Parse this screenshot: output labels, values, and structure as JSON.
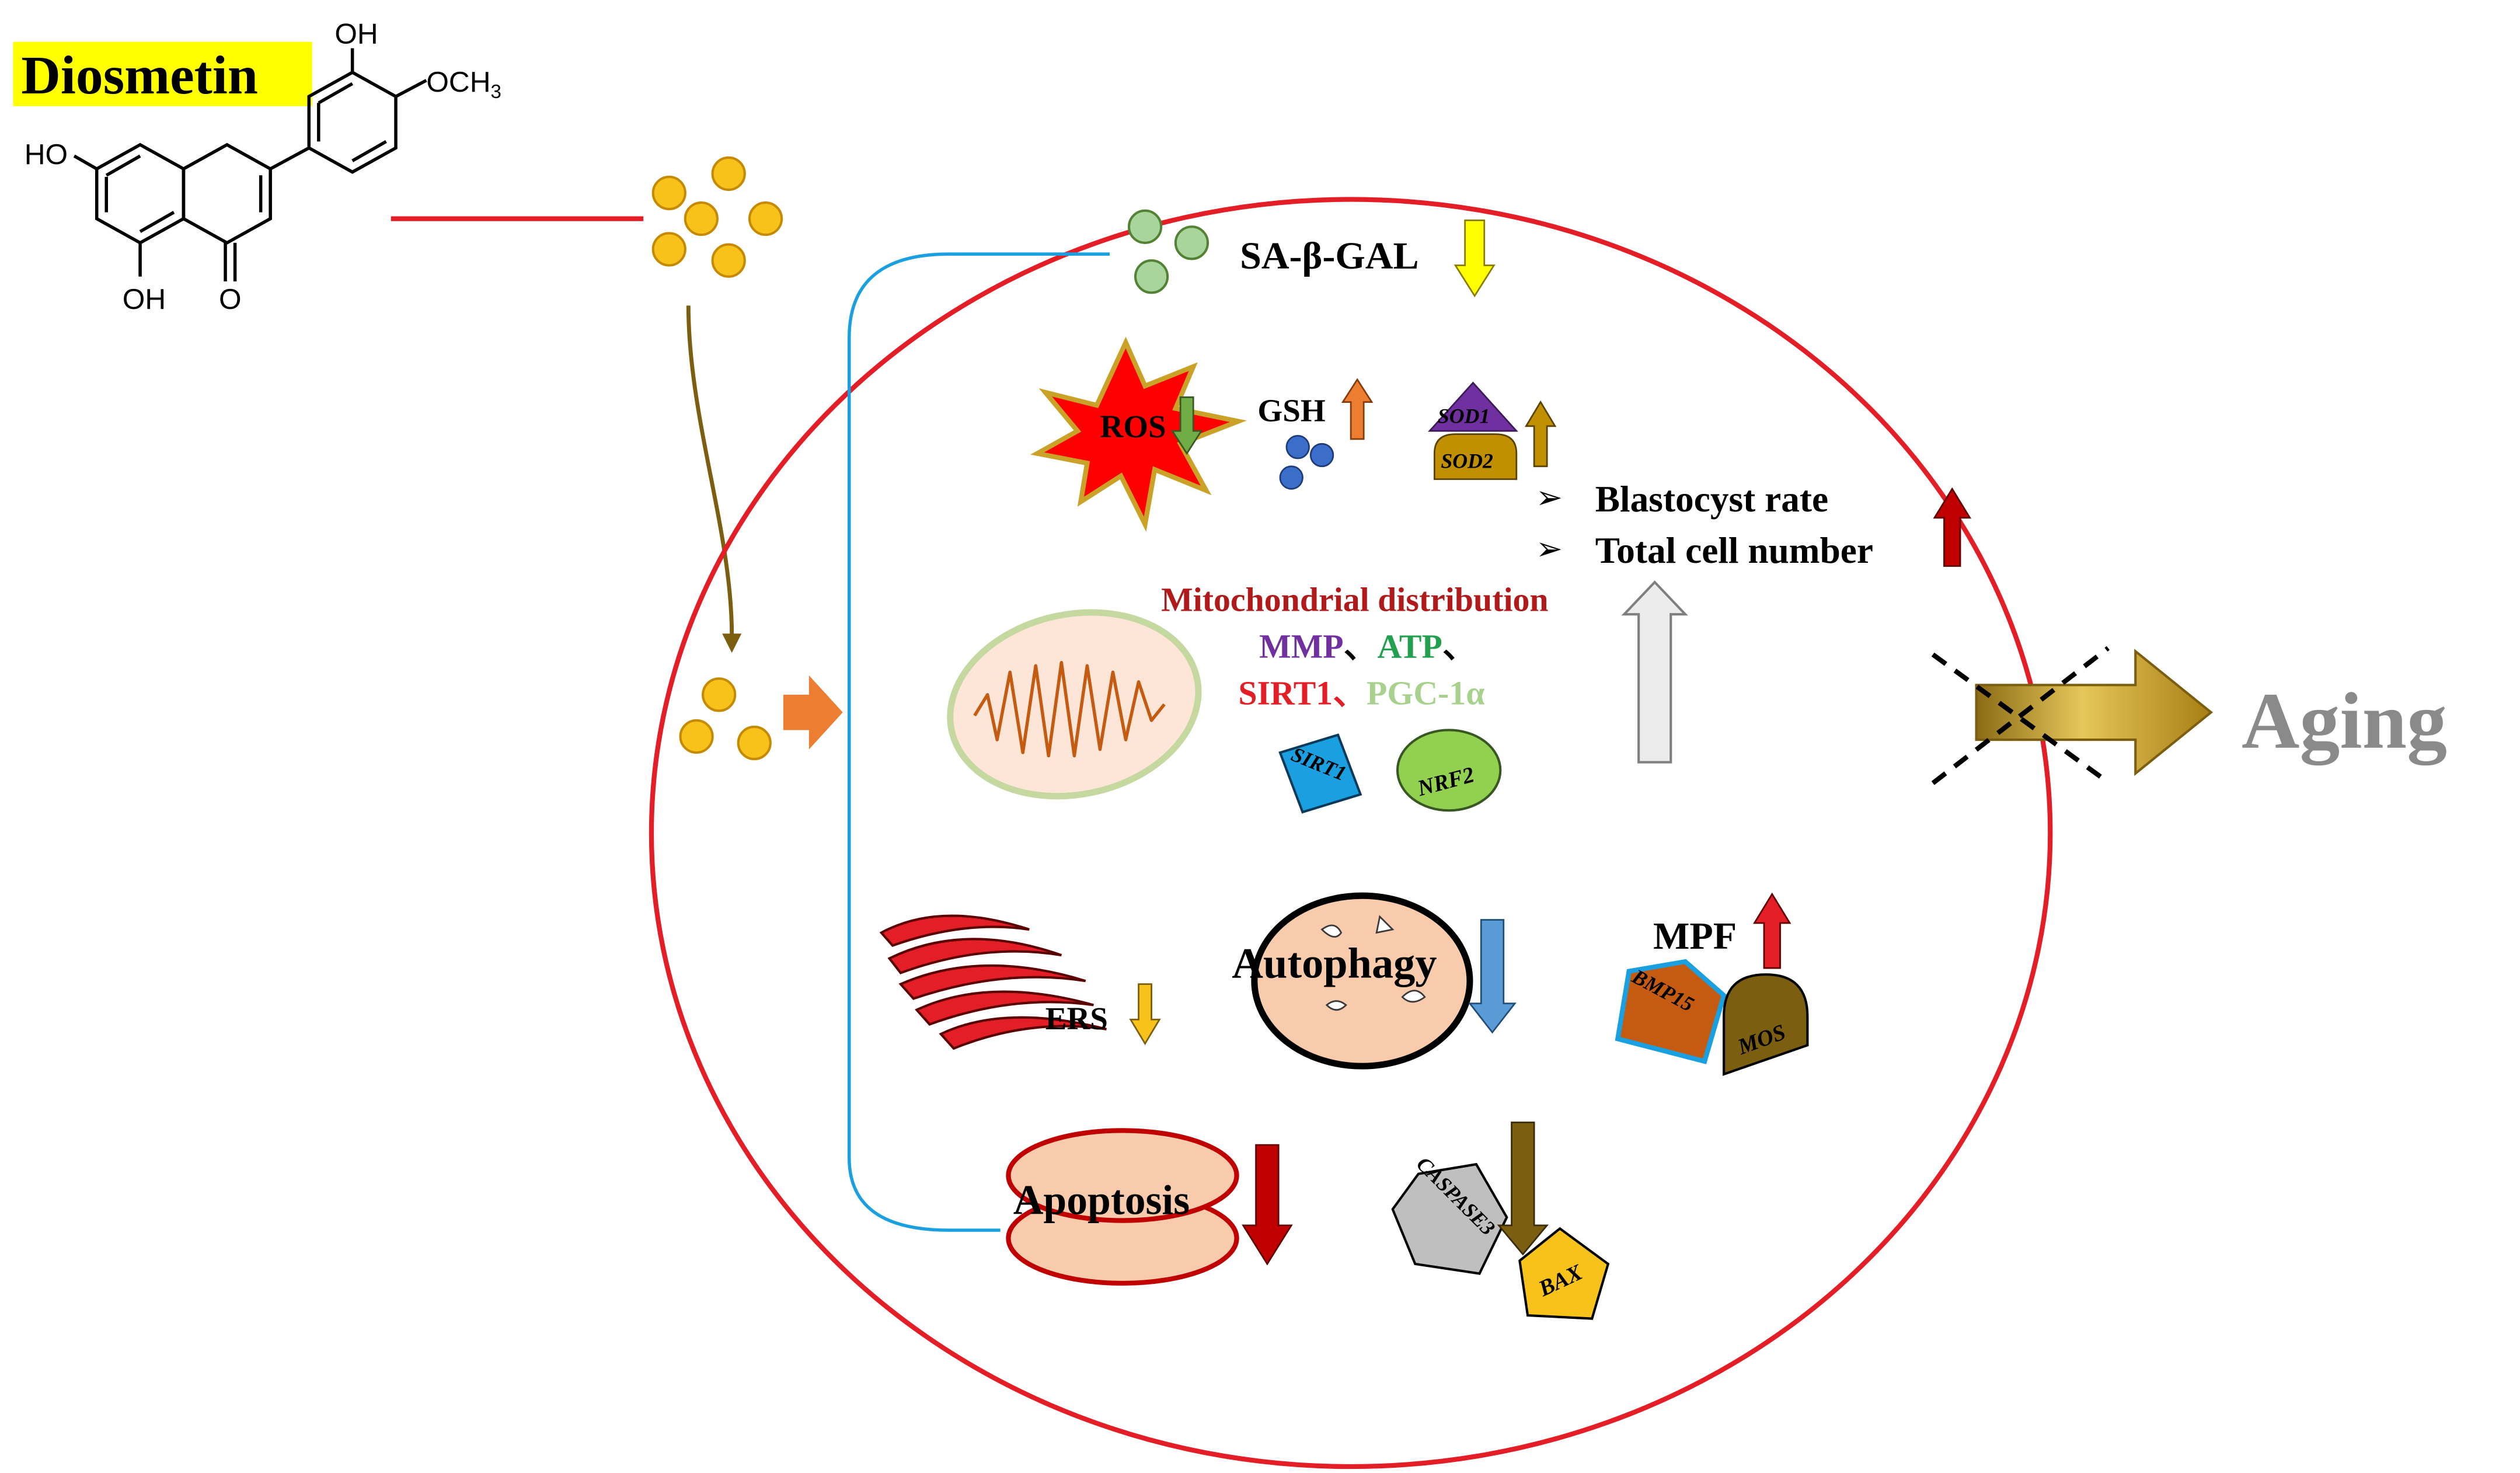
{
  "title": "Diosmetin",
  "molecule": {
    "oh_top": "OH",
    "och3": "OCH",
    "och3_sub": "3",
    "ho_left": "HO",
    "oh_bottom": "OH",
    "o_ketone": "O"
  },
  "labels": {
    "sa_gal": "SA-β-GAL",
    "ros": "ROS",
    "gsh": "GSH",
    "sod1": "SOD1",
    "sod2": "SOD2",
    "blastocyst": "Blastocyst rate",
    "total_cell": "Total cell number",
    "mito_dist": "Mitochondrial distribution",
    "mmp": "MMP",
    "sep1": "、",
    "atp": "ATP",
    "sep2": "、",
    "sirt1": "SIRT1",
    "sep3": "、",
    "pgc": "PGC-1α",
    "sirt1_shape": "SIRT1",
    "nrf2": "NRF2",
    "ers": "ERS",
    "autophagy": "Autophagy",
    "mpf": "MPF",
    "bmp15": "BMP15",
    "mos": "MOS",
    "apoptosis": "Apoptosis",
    "caspase3": "CASPASE3",
    "bax": "BAX",
    "aging": "Aging"
  },
  "colors": {
    "cell_border": "#e41e26",
    "connector": "#1aa0e0",
    "drug_dot": "#f7c21a",
    "sa_dot": "#a8d59b",
    "gsh_dot": "#3b6ec9",
    "highlight": "#ffff00",
    "mito_dist": "#b01a1a",
    "mmp": "#7030a0",
    "atp": "#22a050",
    "sirt1": "#e41e26",
    "pgc": "#a9d18e",
    "aging": "#8a8a8a",
    "aging_arrow": "#c9a227"
  }
}
